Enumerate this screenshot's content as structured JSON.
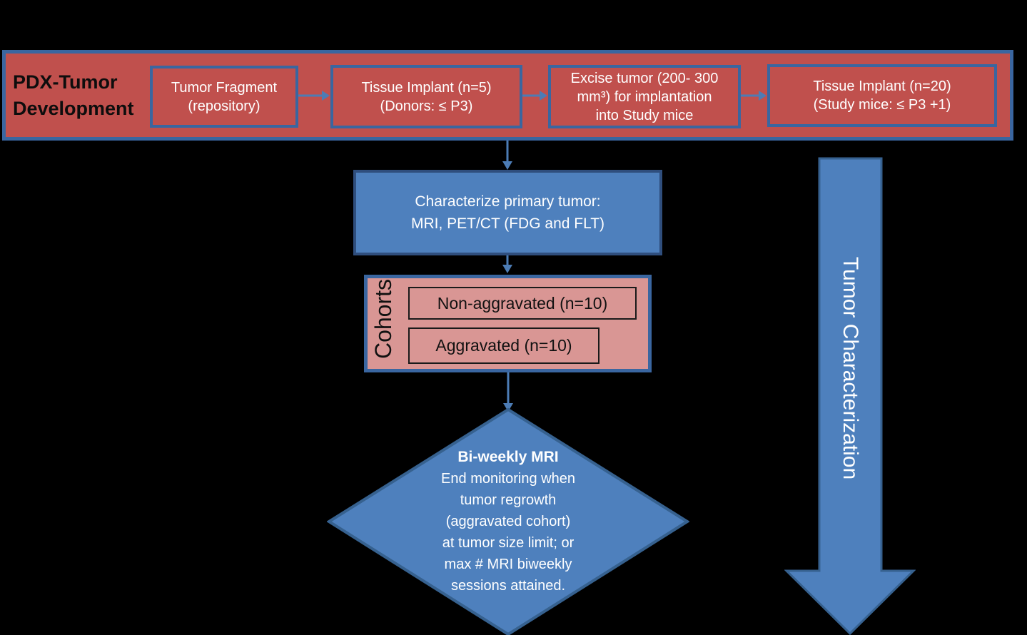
{
  "colors": {
    "background": "#000000",
    "red_fill": "#C0504D",
    "pink_fill": "#D99694",
    "blue_fill": "#4E80BD",
    "blue_border": "#3A66A0",
    "dark_blue_border": "#2F4E7D",
    "connector_blue": "#4C7CB5",
    "text_white": "#FFFFFF",
    "text_black": "#0D0D0D"
  },
  "banner": {
    "title": "PDX-Tumor Development",
    "steps": [
      {
        "lines": [
          "Tumor Fragment",
          "(repository)"
        ]
      },
      {
        "lines": [
          "Tissue Implant (n=5)",
          "(Donors: ≤ P3)"
        ]
      },
      {
        "lines": [
          "Excise tumor (200- 300",
          "mm³) for implantation",
          "into Study mice"
        ]
      },
      {
        "lines": [
          "Tissue Implant (n=20)",
          "(Study mice: ≤ P3 +1)"
        ]
      }
    ]
  },
  "characterize_box": {
    "line1": "Characterize primary tumor:",
    "line2": "MRI, PET/CT (FDG and FLT)"
  },
  "cohorts": {
    "label": "Cohorts",
    "groups": [
      "Non-aggravated (n=10)",
      "Aggravated (n=10)"
    ]
  },
  "decision": {
    "title": "Bi-weekly MRI",
    "lines": [
      "End monitoring when",
      "tumor regrowth",
      "(aggravated cohort)",
      "at tumor size limit; or",
      "max # MRI biweekly",
      "sessions attained."
    ]
  },
  "side_arrow": {
    "label": "Tumor Characterization"
  }
}
